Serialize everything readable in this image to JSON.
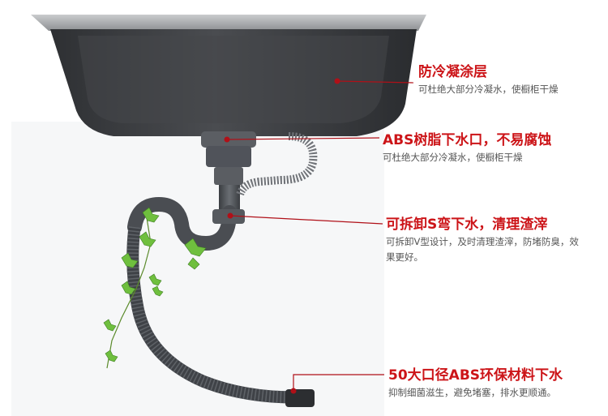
{
  "callouts": [
    {
      "title": "防冷凝涂层",
      "desc": "可杜绝大部分冷凝水，使橱柜干燥"
    },
    {
      "title": "ABS树脂下水口，不易腐蚀",
      "desc": "可杜绝大部分冷凝水，使橱柜干燥"
    },
    {
      "title": "可拆卸S弯下水，清理渣滓",
      "desc": "可拆卸V型设计，及时清理渣滓，防堵防臭，效果更好。"
    },
    {
      "title": "50大口径ABS环保材料下水",
      "desc": "抑制细菌滋生，避免堵塞，排水更顺通。"
    }
  ],
  "colors": {
    "accent": "#cc1418",
    "leader": "#b01018",
    "basin": "#3a3c3f",
    "pipe": "#4a4d52"
  }
}
